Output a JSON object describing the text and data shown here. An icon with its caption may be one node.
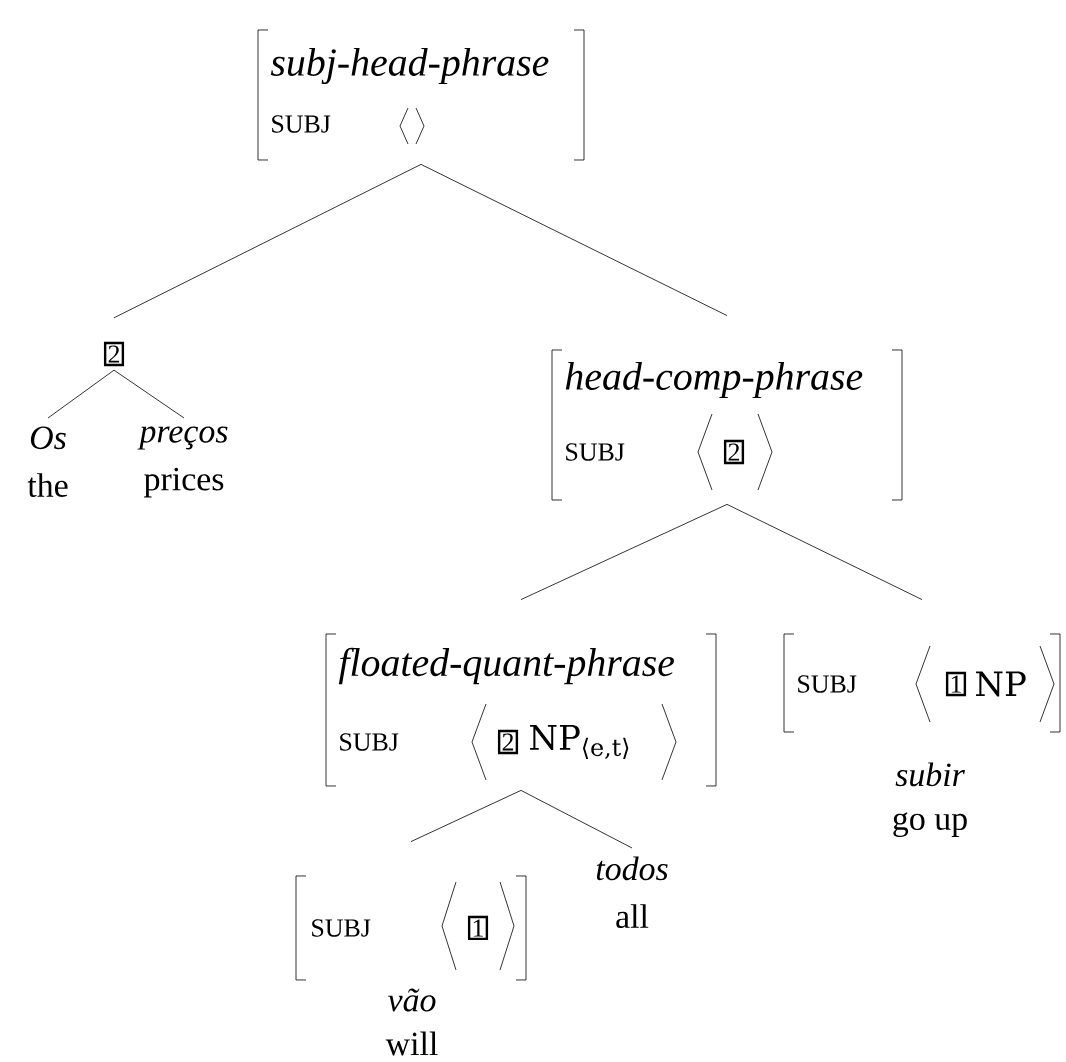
{
  "diagram": {
    "nodes": [
      {
        "text": [
          "subj-head-phrase",
          "SUBJ"
        ]
      },
      {
        "text": [
          "2"
        ]
      },
      {
        "text": [
          "Os",
          "the"
        ]
      },
      {
        "text": [
          "preços",
          "prices"
        ]
      },
      {
        "text": [
          "head-comp-phrase",
          "SUBJ",
          "2"
        ]
      },
      {
        "text": [
          "floated-quant-phrase",
          "SUBJ",
          "2",
          "NP$_{⟨e,t⟩}$"
        ]
      },
      {
        "text": [
          "SUBJ",
          "1",
          "NP"
        ],
        "beside": [
          "subir",
          "go up"
        ]
      },
      {
        "text": [
          "SUBJ",
          "1"
        ],
        "beside": [
          "vão",
          "will"
        ]
      },
      {
        "text": [
          "todos",
          "all"
        ]
      }
    ],
    "edges": [
      {
        "from": 0,
        "to": 1,
        "arrow": "none"
      },
      {
        "from": 0,
        "to": 4,
        "arrow": "none"
      },
      {
        "from": 1,
        "to": 2,
        "arrow": "none"
      },
      {
        "from": 1,
        "to": 3,
        "arrow": "none"
      },
      {
        "from": 4,
        "to": 5,
        "arrow": "none"
      },
      {
        "from": 4,
        "to": 6,
        "arrow": "none"
      },
      {
        "from": 5,
        "to": 7,
        "arrow": "none"
      },
      {
        "from": 5,
        "to": 8,
        "arrow": "none"
      }
    ]
  }
}
